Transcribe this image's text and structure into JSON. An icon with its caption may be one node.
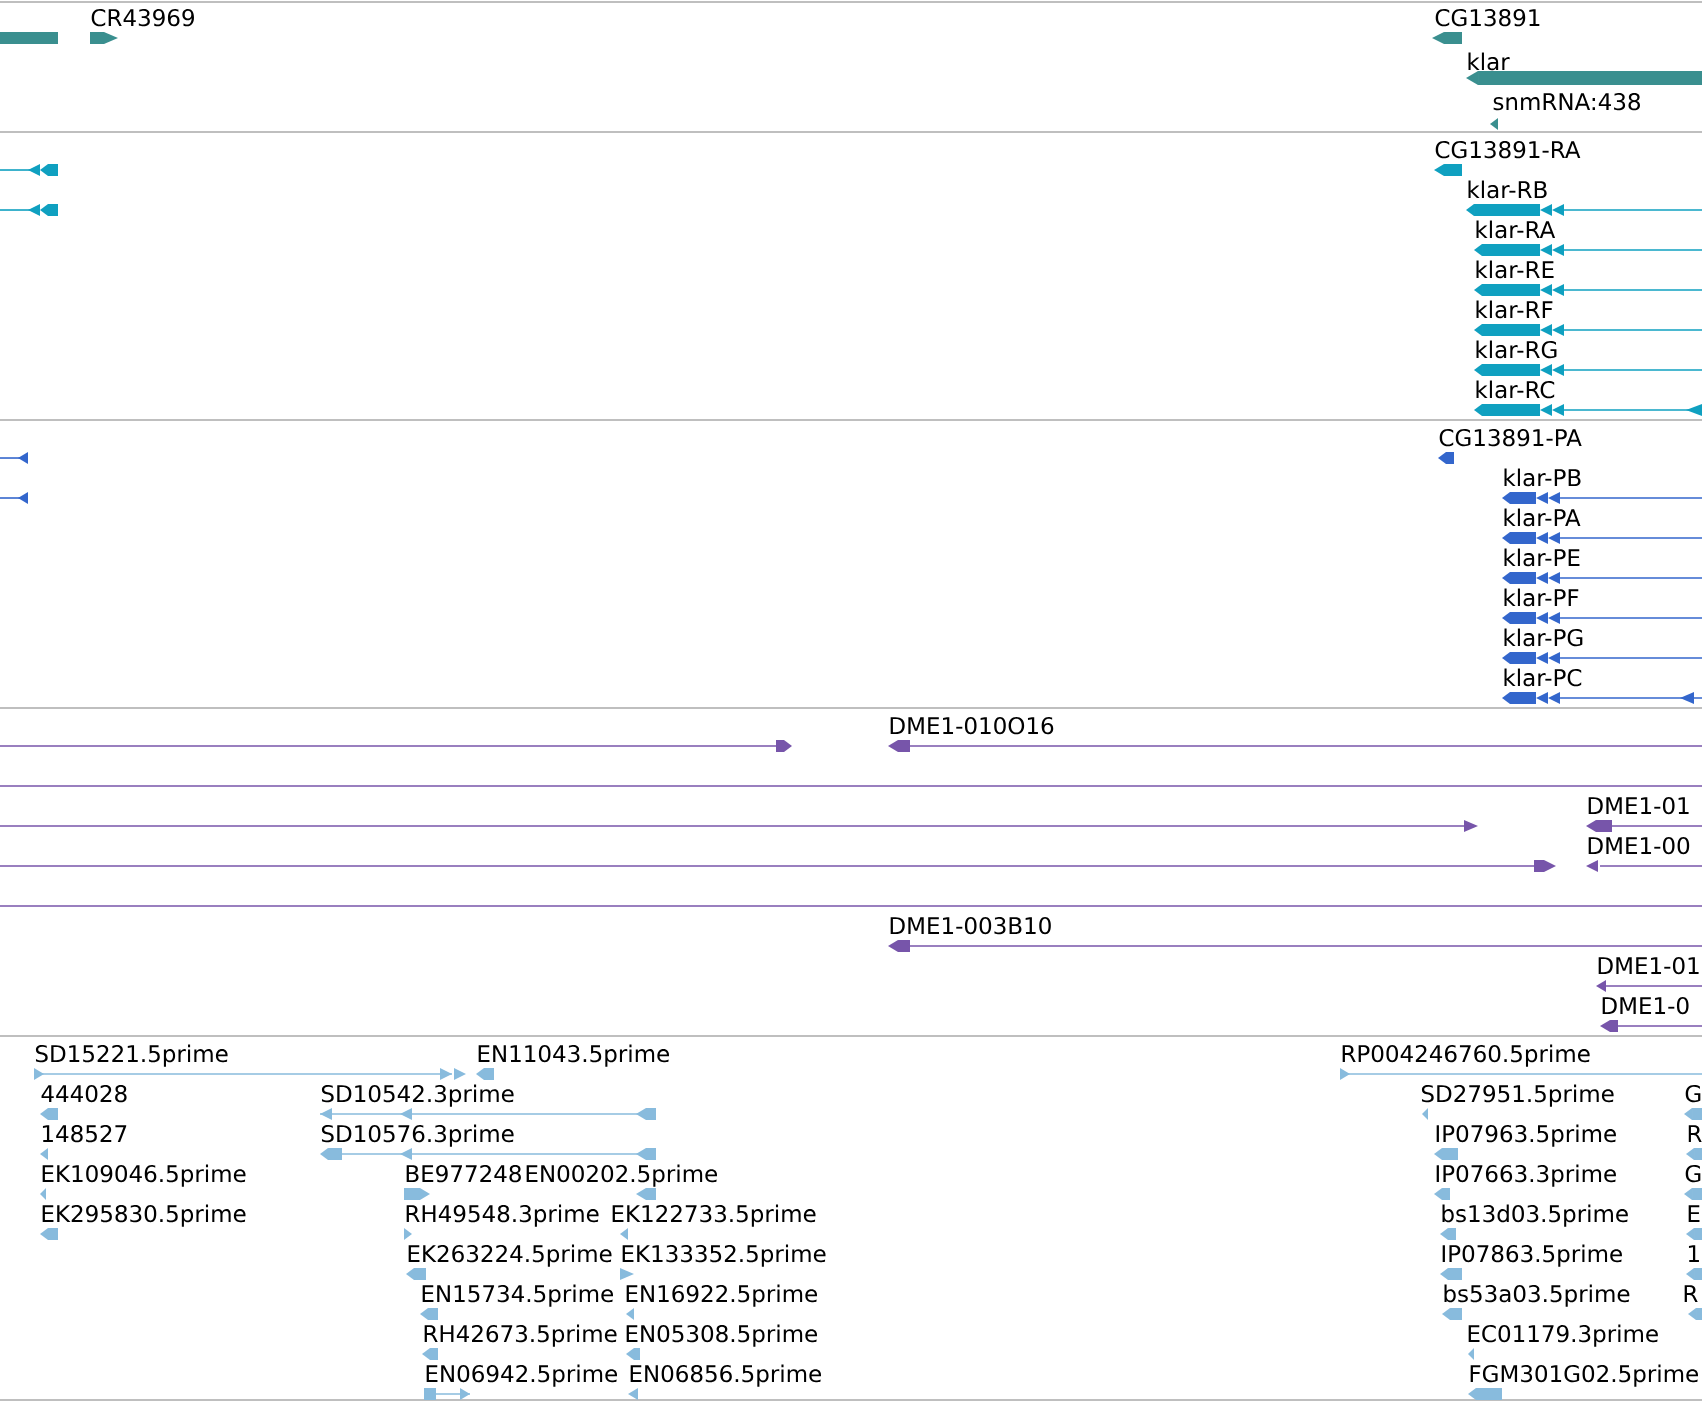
{
  "diagram": {
    "labels": [
      "CR43969",
      "CG13891",
      "klar",
      "snmRNA:438",
      "CG13891-RA",
      "klar-RB",
      "klar-RA",
      "klar-RE",
      "klar-RF",
      "klar-RG",
      "klar-RC",
      "CG13891-PA",
      "klar-PB",
      "klar-PA",
      "klar-PE",
      "klar-PF",
      "klar-PG",
      "klar-PC",
      "DME1-010O16",
      "DME1-01",
      "DME1-00",
      "DME1-003B10",
      "DME1-01",
      "DME1-0",
      "SD15221.5prime",
      "EN11043.5prime",
      "RP004246760.5prime",
      "444028",
      "SD10542.3prime",
      "SD27951.5prime",
      "G",
      "148527",
      "SD10576.3prime",
      "IP07963.5prime",
      "R",
      "EK109046.5prime",
      "BE977248",
      "EN00202.5prime",
      "IP07663.3prime",
      "G",
      "EK295830.5prime",
      "RH49548.3prime",
      "EK122733.5prime",
      "bs13d03.5prime",
      "E",
      "EK263224.5prime",
      "EK133352.5prime",
      "IP07863.5prime",
      "1",
      "EN15734.5prime",
      "EN16922.5prime",
      "bs53a03.5prime",
      "R",
      "RH42673.5prime",
      "EN05308.5prime",
      "EC01179.3prime",
      "EN06942.5prime",
      "EN06856.5prime",
      "FGM301G02.5prime"
    ]
  }
}
